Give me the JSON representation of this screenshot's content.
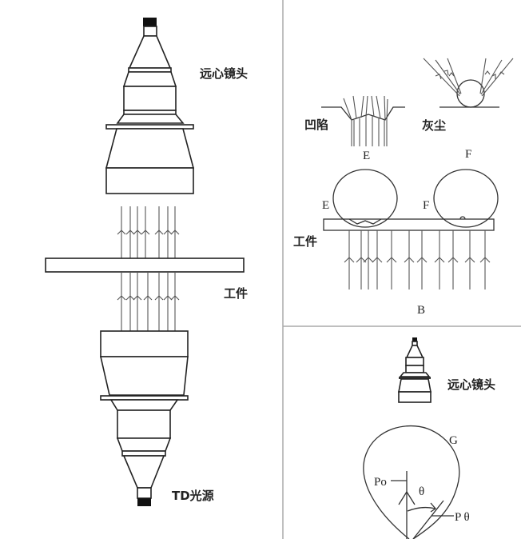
{
  "left_panel": {
    "lens_label": "远心镜头",
    "workpiece_label": "工件",
    "light_source_label": "TD光源"
  },
  "top_right_panel": {
    "dent_label": "凹陷",
    "dust_label": "灰尘",
    "e_small_label": "E",
    "f_small_label": "F",
    "e_label": "E",
    "f_label": "F",
    "workpiece_label": "工件",
    "b_label": "B"
  },
  "bottom_right_panel": {
    "lens_label": "远心镜头",
    "g_label": "G",
    "po_label": "Po",
    "theta_label": "θ",
    "ptheta_label": "P θ"
  }
}
